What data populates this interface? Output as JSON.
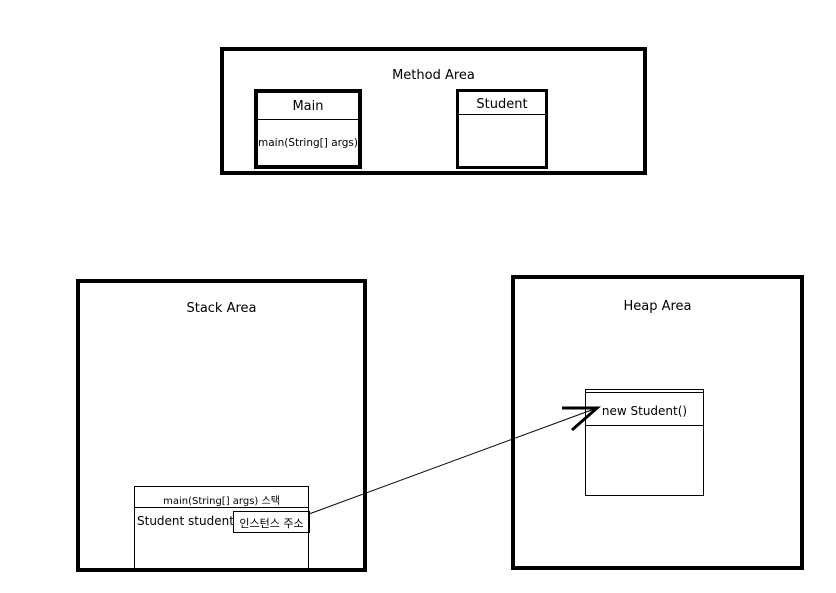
{
  "method_area": {
    "title": "Method Area",
    "main_class": {
      "name": "Main",
      "method": "main(String[] args)"
    },
    "student_class": {
      "name": "Student"
    }
  },
  "stack_area": {
    "title": "Stack Area",
    "frame": {
      "title": "main(String[] args) 스택",
      "variable": "Student student",
      "value": "인스턴스 주소"
    }
  },
  "heap_area": {
    "title": "Heap Area",
    "object": {
      "label": "new Student()"
    }
  }
}
